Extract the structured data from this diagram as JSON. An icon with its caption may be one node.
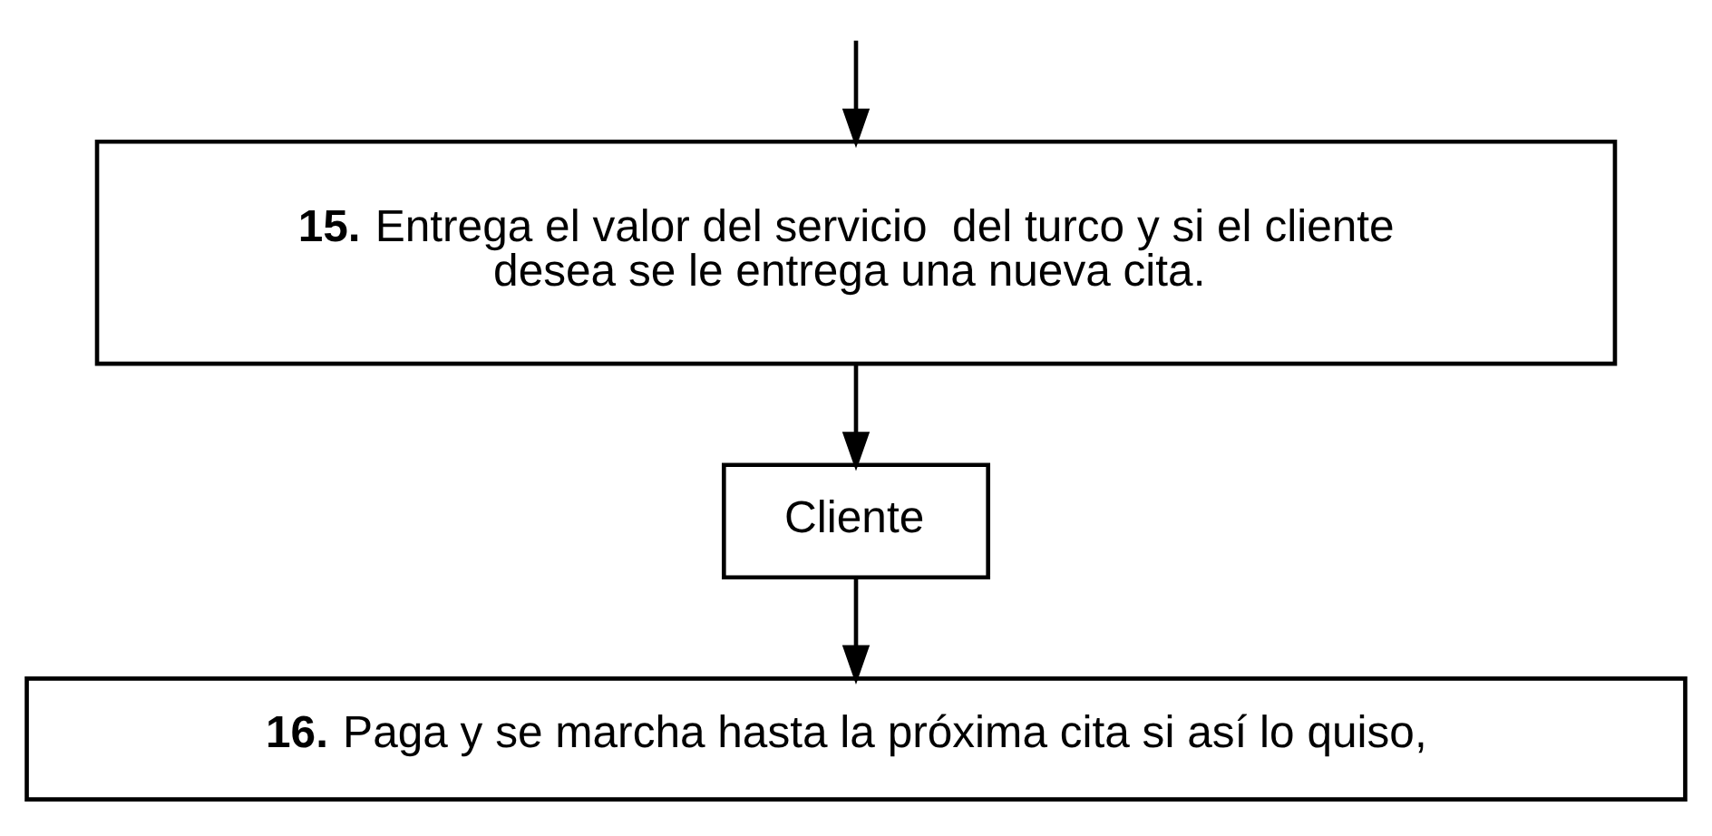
{
  "diagram": {
    "nodes": [
      {
        "text": [
          "**15.** Entrega el valor del servicio  del turco y si el cliente desea se le entrega una nueva cita."
        ]
      },
      {
        "text": [
          "Cliente"
        ]
      },
      {
        "text": [
          "**16.** Paga y se marcha hasta la próxima cita si así lo quiso,"
        ]
      }
    ],
    "edges": [
      {
        "from": null,
        "to": 0,
        "arrow": "to"
      },
      {
        "from": 0,
        "to": 1,
        "arrow": "to"
      },
      {
        "from": 1,
        "to": 2,
        "arrow": "to"
      }
    ]
  }
}
